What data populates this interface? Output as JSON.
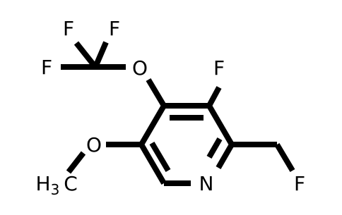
{
  "molecule": {
    "atoms": {
      "f_top_left": "F",
      "f_top_mid": "F",
      "f_left": "F",
      "o_ocf3": "O",
      "f_ring": "F",
      "o_methoxy": "O",
      "h_methyl": "H",
      "sub_3": "3",
      "c_methyl": "C",
      "n_ring": "N",
      "f_ch2f": "F"
    },
    "colors": {
      "fluorine": "#33cc33",
      "oxygen": "#ff0d0d",
      "nitrogen": "#3050f8",
      "carbon_bond": "#000000"
    }
  }
}
